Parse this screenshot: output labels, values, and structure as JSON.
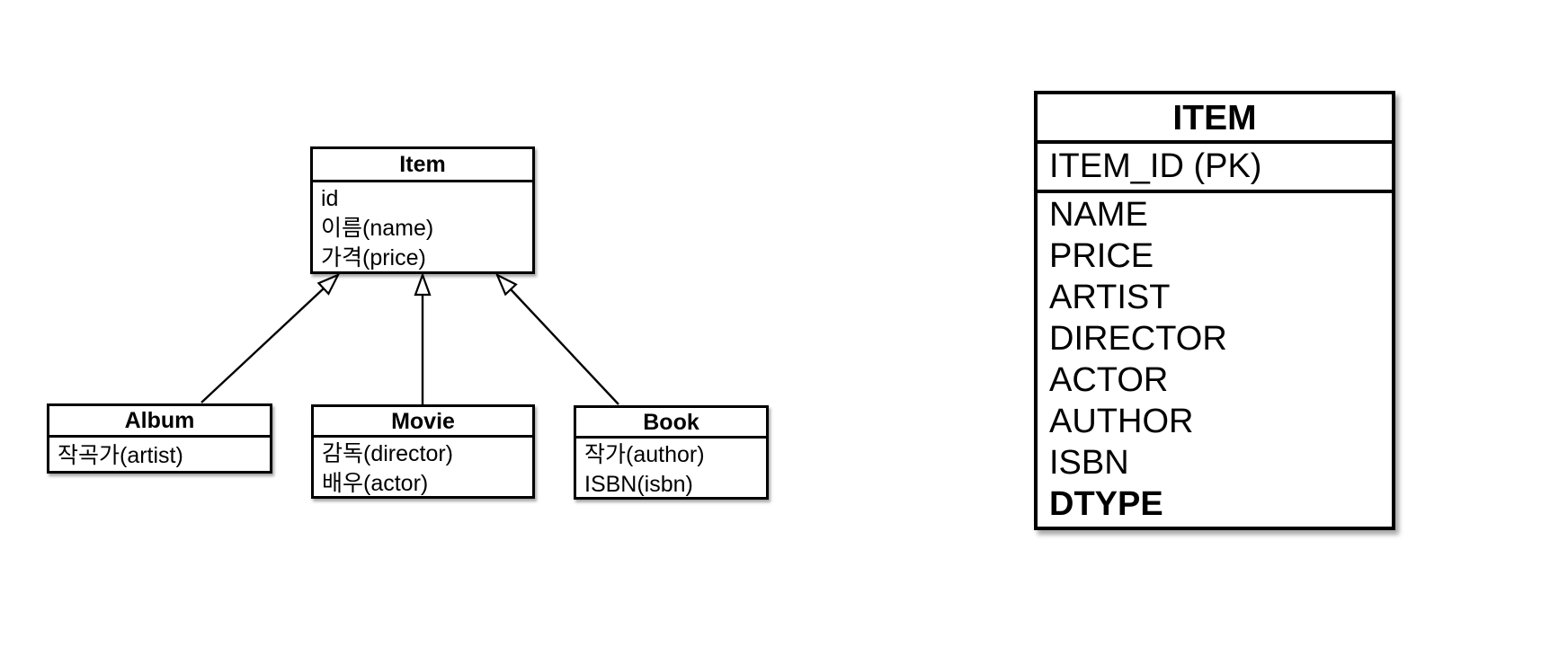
{
  "uml": {
    "item": {
      "title": "Item",
      "attributes": [
        "id",
        "이름(name)",
        "가격(price)"
      ]
    },
    "album": {
      "title": "Album",
      "attributes": [
        "작곡가(artist)"
      ]
    },
    "movie": {
      "title": "Movie",
      "attributes": [
        "감독(director)",
        "배우(actor)"
      ]
    },
    "book": {
      "title": "Book",
      "attributes": [
        "작가(author)",
        "ISBN(isbn)"
      ]
    }
  },
  "table": {
    "title": "ITEM",
    "pk_column": "ITEM_ID (PK)",
    "columns": [
      "NAME",
      "PRICE",
      "ARTIST",
      "DIRECTOR",
      "ACTOR",
      "AUTHOR",
      "ISBN",
      "DTYPE"
    ]
  },
  "colors": {
    "line": "#000000",
    "background": "#ffffff"
  }
}
